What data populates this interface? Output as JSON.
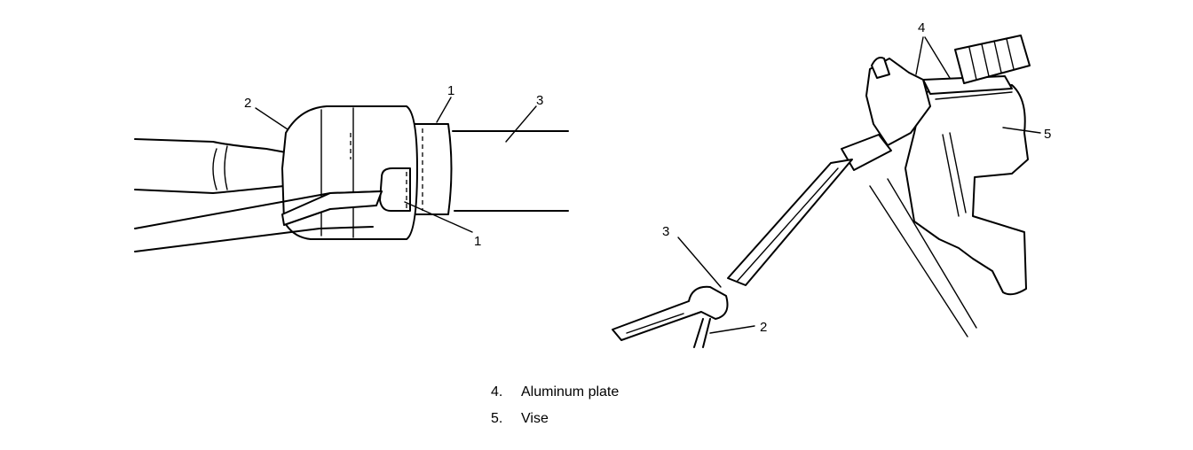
{
  "left_view": {
    "callouts": [
      {
        "id": "c1a",
        "label": "1"
      },
      {
        "id": "c1b",
        "label": "1"
      },
      {
        "id": "c2",
        "label": "2"
      },
      {
        "id": "c3",
        "label": "3"
      }
    ]
  },
  "right_view": {
    "callouts": [
      {
        "id": "c4",
        "label": "4"
      },
      {
        "id": "c5",
        "label": "5"
      },
      {
        "id": "c3",
        "label": "3"
      },
      {
        "id": "c2",
        "label": "2"
      }
    ]
  },
  "legend": [
    {
      "number": "4.",
      "text": "Aluminum plate"
    },
    {
      "number": "5.",
      "text": "Vise"
    }
  ]
}
